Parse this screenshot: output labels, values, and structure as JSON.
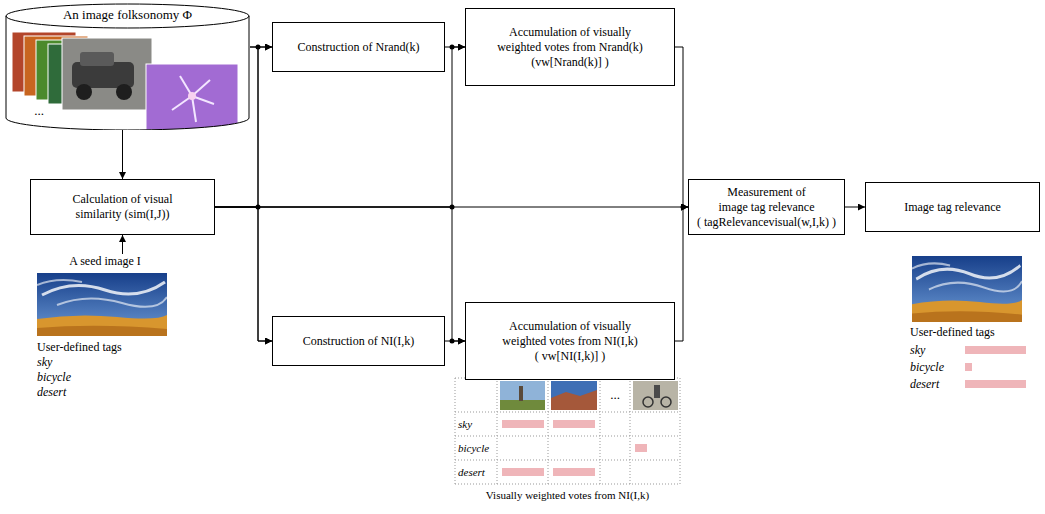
{
  "diagram": {
    "nodes": [
      {
        "text": [
          "An image folksonomy Φ"
        ]
      },
      {
        "text": [
          "Calculation of visual similarity (sim(I,J))"
        ]
      },
      {
        "text": [
          "A seed image I",
          "User-defined tags",
          "sky",
          "bicycle",
          "desert"
        ]
      },
      {
        "text": [
          "Construction of Nrand(k)"
        ]
      },
      {
        "text": [
          "Construction of NI(I,k)"
        ]
      },
      {
        "text": [
          "Accumulation of visually weighted votes from Nrand(k)",
          "(vw[Nrand(k)] )"
        ]
      },
      {
        "text": [
          "Accumulation of visually weighted votes from NI(I,k)",
          "( vw[NI(I,k)] )"
        ]
      },
      {
        "text": [
          "Measurement of image tag relevance",
          "( tagRelevancevisual(w,I,k) )"
        ]
      },
      {
        "text": [
          "Image tag relevance"
        ]
      }
    ],
    "edges": [
      {
        "from": 0,
        "to": 1,
        "arrow": "to"
      },
      {
        "from": 2,
        "to": 1,
        "arrow": "to"
      },
      {
        "from": 0,
        "to": 3,
        "arrow": "to"
      },
      {
        "from": 0,
        "to": 4,
        "arrow": "to"
      },
      {
        "from": 1,
        "to": 3,
        "arrow": "to"
      },
      {
        "from": 1,
        "to": 4,
        "arrow": "to"
      },
      {
        "from": 3,
        "to": 5,
        "arrow": "to"
      },
      {
        "from": 4,
        "to": 6,
        "arrow": "to"
      },
      {
        "from": 1,
        "to": 5,
        "arrow": "to"
      },
      {
        "from": 1,
        "to": 6,
        "arrow": "to"
      },
      {
        "from": 1,
        "to": 7,
        "arrow": "to"
      },
      {
        "from": 5,
        "to": 7,
        "arrow": "to"
      },
      {
        "from": 6,
        "to": 7,
        "arrow": "to"
      },
      {
        "from": 7,
        "to": 8,
        "arrow": "to"
      }
    ],
    "labels": [
      "...",
      "...",
      "sky",
      "bicycle",
      "desert",
      "Visually weighted votes from NI(I,k)",
      "User-defined tags",
      "sky",
      "bicycle",
      "desert"
    ]
  }
}
